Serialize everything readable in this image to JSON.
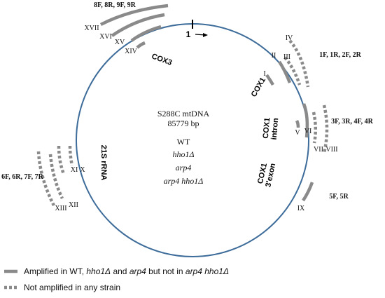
{
  "colors": {
    "circle": "#3d6c9a",
    "amplicon": "#8a8a8a",
    "text": "#111111"
  },
  "origin_marker": "1",
  "center": {
    "plasmid_name": "S288C mtDNA",
    "size": "85779 bp",
    "strains": [
      "WT",
      "hho1Δ",
      "arp4",
      "arp4 hho1Δ"
    ]
  },
  "genes": [
    {
      "id": "cox3",
      "label": "COX3"
    },
    {
      "id": "cox1",
      "label": "COX1"
    },
    {
      "id": "cox1-intron",
      "label": "COX1",
      "sublabel": "intron"
    },
    {
      "id": "cox1-3exon",
      "label": "COX1",
      "sublabel": "3'exon"
    },
    {
      "id": "21s-rrna",
      "label": "21S rRNA"
    }
  ],
  "amplicons": [
    {
      "label": "I",
      "style": "solid"
    },
    {
      "label": "II",
      "style": "solid"
    },
    {
      "label": "III",
      "style": "dotted"
    },
    {
      "label": "IV",
      "style": "dotted"
    },
    {
      "label": "V",
      "style": "solid"
    },
    {
      "label": "VI",
      "style": "solid"
    },
    {
      "label": "VII",
      "style": "dotted"
    },
    {
      "label": "VIII",
      "style": "dotted"
    },
    {
      "label": "IX",
      "style": "solid"
    },
    {
      "label": "X",
      "style": "dotted"
    },
    {
      "label": "XI",
      "style": "dotted"
    },
    {
      "label": "XII",
      "style": "dotted"
    },
    {
      "label": "XIII",
      "style": "dotted"
    },
    {
      "label": "XIV",
      "style": "solid"
    },
    {
      "label": "XV",
      "style": "solid"
    },
    {
      "label": "XVI",
      "style": "solid"
    },
    {
      "label": "XVII",
      "style": "solid"
    }
  ],
  "primer_groups": [
    {
      "id": "top",
      "text": "8F, 8R, 9F, 9R"
    },
    {
      "id": "right-upper",
      "text": "1F, 1R, 2F, 2R"
    },
    {
      "id": "right-middle",
      "text": "3F, 3R, 4F, 4R"
    },
    {
      "id": "right-lower",
      "text": "5F, 5R"
    },
    {
      "id": "left",
      "text": "6F, 6R, 7F, 7R"
    }
  ],
  "legend": {
    "solid": {
      "prefix": "Amplified in WT, ",
      "s1": "hho1Δ",
      "mid": " and ",
      "s2": "arp4",
      "suffix": " but not in ",
      "s3": "arp4 hho1Δ"
    },
    "dotted": "Not amplified in any strain"
  }
}
